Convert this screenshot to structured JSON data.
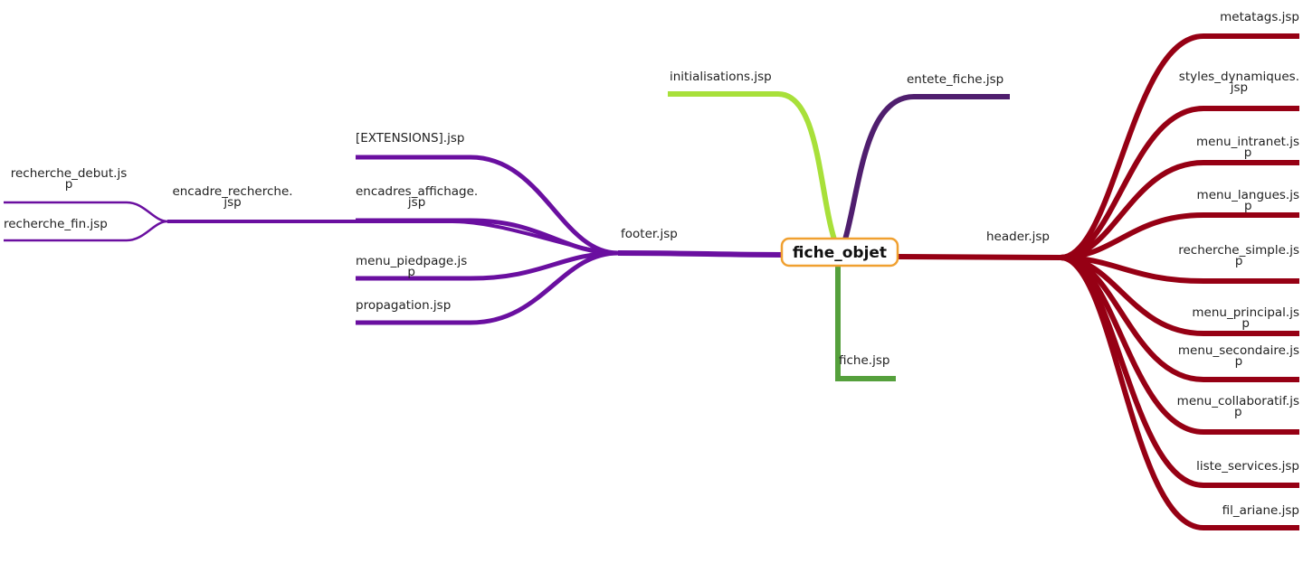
{
  "colors": {
    "footer_branch": "#6a0fa0",
    "header_branch": "#960014",
    "initialisations_branch": "#a8e03a",
    "entete_branch": "#4f1e6e",
    "fiche_branch": "#55a03c",
    "root_border": "#f0a030",
    "text": "#222222"
  },
  "root": {
    "label": "fiche_objet"
  },
  "branches": {
    "initialisations": {
      "label": "initialisations.jsp"
    },
    "entete_fiche": {
      "label": "entete_fiche.jsp"
    },
    "fiche": {
      "label": "fiche.jsp"
    },
    "header": {
      "label": "header.jsp",
      "children": [
        {
          "label": [
            "metatags.jsp"
          ]
        },
        {
          "label": [
            "styles_dynamiques.",
            "jsp"
          ]
        },
        {
          "label": [
            "menu_intranet.js",
            "p"
          ]
        },
        {
          "label": [
            "menu_langues.js",
            "p"
          ]
        },
        {
          "label": [
            "recherche_simple.js",
            "p"
          ]
        },
        {
          "label": [
            "menu_principal.js",
            "p"
          ]
        },
        {
          "label": [
            "menu_secondaire.js",
            "p"
          ]
        },
        {
          "label": [
            "menu_collaboratif.js",
            "p"
          ]
        },
        {
          "label": [
            "liste_services.jsp"
          ]
        },
        {
          "label": [
            "fil_ariane.jsp"
          ]
        }
      ]
    },
    "footer": {
      "label": "footer.jsp",
      "children": [
        {
          "label": [
            "encadre_recherche.",
            "jsp"
          ],
          "children": [
            {
              "label": [
                "recherche_debut.js",
                "p"
              ]
            },
            {
              "label": [
                "recherche_fin.jsp"
              ]
            }
          ]
        },
        {
          "label": [
            "[EXTENSIONS].jsp"
          ]
        },
        {
          "label": [
            "encadres_affichage.",
            "jsp"
          ]
        },
        {
          "label": [
            "menu_piedpage.js",
            "p"
          ]
        },
        {
          "label": [
            "propagation.jsp"
          ]
        }
      ]
    }
  }
}
